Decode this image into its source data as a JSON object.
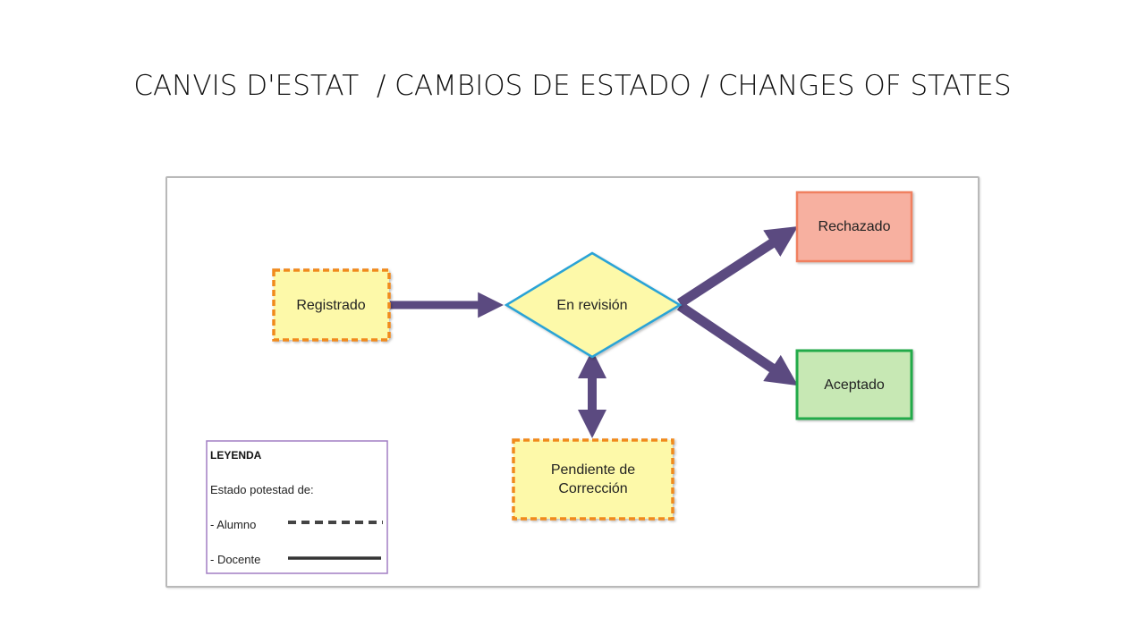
{
  "slide": {
    "title": "CANVIS D'ESTAT  / CAMBIOS DE ESTADO / CHANGES OF STATES"
  },
  "nodes": {
    "registrado": "Registrado",
    "en_revision": "En revisión",
    "rechazado": "Rechazado",
    "aceptado": "Aceptado",
    "pendiente_line1": "Pendiente de",
    "pendiente_line2": "Corrección"
  },
  "legend": {
    "title": "LEYENDA",
    "subtitle": "Estado potestad de:",
    "alumno": "- Alumno",
    "docente": "- Docente"
  },
  "colors": {
    "arrow": "#5b4a80",
    "dashed_border": "#f08a1e",
    "yellow_fill": "#fdf9a9",
    "diamond_border": "#2aa3d6",
    "rechazado_fill": "#f7b0a0",
    "rechazado_border": "#f08060",
    "aceptado_fill": "#c7e8b4",
    "aceptado_border": "#22aa4a",
    "legend_border": "#a27fc4"
  }
}
